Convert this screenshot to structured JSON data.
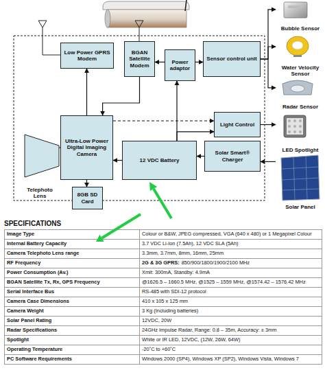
{
  "diagram": {
    "nodes": [
      {
        "text": [
          "Low Power GPRS Modem"
        ]
      },
      {
        "text": [
          "BGAN Satellite Modem"
        ]
      },
      {
        "text": [
          "Power adaptor"
        ]
      },
      {
        "text": [
          "Sensor control unit"
        ]
      },
      {
        "text": [
          "Light Control"
        ]
      },
      {
        "text": [
          "Ultra-Low Power Digital Imaging Camera"
        ]
      },
      {
        "text": [
          "12 VDC Battery"
        ]
      },
      {
        "text": [
          "Solar Smart® Charger"
        ]
      },
      {
        "text": [
          "Telephoto Lens"
        ]
      },
      {
        "text": [
          "8GB SD Card"
        ]
      },
      {
        "text": [
          "Bubble Sensor"
        ]
      },
      {
        "text": [
          "Water Velocity Sensor"
        ]
      },
      {
        "text": [
          "Radar Sensor"
        ]
      },
      {
        "text": [
          "LED Spotlight"
        ]
      },
      {
        "text": [
          "Solar Panel"
        ]
      }
    ],
    "edges": [
      {
        "from": 5,
        "to": 0,
        "arrow": "to"
      },
      {
        "from": 1,
        "to": 5,
        "arrow": "to"
      },
      {
        "from": 2,
        "to": 1,
        "arrow": "to"
      },
      {
        "from": 6,
        "to": 2,
        "arrow": "to"
      },
      {
        "from": 2,
        "to": 3,
        "arrow": "to"
      },
      {
        "from": 6,
        "to": 4,
        "arrow": "to"
      },
      {
        "from": 5,
        "to": 4,
        "arrow": "to"
      },
      {
        "from": 4,
        "to": 13,
        "arrow": "to"
      },
      {
        "from": 6,
        "to": 5,
        "arrow": "to"
      },
      {
        "from": 7,
        "to": 6,
        "arrow": "to"
      },
      {
        "from": 14,
        "to": 7,
        "arrow": "to"
      },
      {
        "from": 5,
        "to": 9,
        "arrow": "to"
      },
      {
        "from": 8,
        "to": 5,
        "arrow": "none"
      },
      {
        "from": 3,
        "to": 10,
        "arrow": "to"
      },
      {
        "from": 3,
        "to": 11,
        "arrow": "to"
      },
      {
        "from": 3,
        "to": 12,
        "arrow": "to"
      }
    ],
    "labels": [
      "SPECIFICATIONS",
      "Image Type",
      "Colour or B&W, JPEG compressed, VGA (640 x 480) or 1 Megapixel Colour",
      "Internal Battery Capacity",
      "3.7 VDC Li-Ion (7.5Ah), 12 VDC SLA (5Ah)",
      "Camera Telephoto Lens range",
      "3.3mm, 3.7mm, 8mm, 16mm, 25mm",
      "RF Frequency",
      "2G & 3G GPRS:",
      "850/900/1800/1900/2100 MHz",
      "Power Consumption (Av.)",
      "Xmit: 300mA, Standby: 4.9mA",
      "BGAN Satellite Tx, Rx, GPS Frequency",
      "@1626.5 – 1660.5 MHz, @1525 – 1559 MHz, @1574.42 – 1576.42 MHz",
      "Serial Interface Bus",
      "RS-485 with SDI-12 protocol",
      "Camera Case Dimensions",
      "410 x 105 x 125 mm",
      "Camera Weight",
      "3 Kg (Including batteries)",
      "Solar Panel Rating",
      "12VDC, 20W",
      "Radar Specifications",
      "24GHz Impulse Radar, Range: 0.8 – 35m, Accuracy: ± 3mm",
      "Spotlight",
      "White or IR LED, 12VDC, (12W, 26W, 64W)",
      "Operating Temperature",
      "-20˚C to +60˚C",
      "PC Software Requirements",
      "Windows 2000 (SP4), Windows XP (SP2), Windows Vista, Windows 7"
    ]
  }
}
